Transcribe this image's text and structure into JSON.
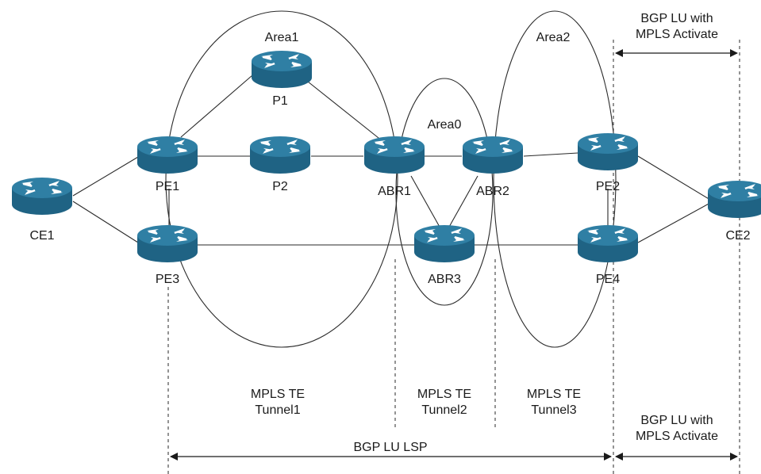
{
  "colors": {
    "router_top": "#2f7fa4",
    "router_side": "#1f6384",
    "router_arrow": "#ffffff",
    "line": "#2a2a2a"
  },
  "icons": {
    "router": "router-icon"
  },
  "areas": {
    "area1": "Area1",
    "area0": "Area0",
    "area2": "Area2"
  },
  "routers": {
    "ce1": "CE1",
    "pe1": "PE1",
    "pe3": "PE3",
    "p1": "P1",
    "p2": "P2",
    "abr1": "ABR1",
    "abr2": "ABR2",
    "abr3": "ABR3",
    "pe2": "PE2",
    "pe4": "PE4",
    "ce2": "CE2"
  },
  "annotations": {
    "bgp_lu_top_line1": "BGP LU with",
    "bgp_lu_top_line2": "MPLS Activate",
    "bgp_lu_bottom_line1": "BGP LU with",
    "bgp_lu_bottom_line2": "MPLS Activate",
    "tunnel1_line1": "MPLS TE",
    "tunnel1_line2": "Tunnel1",
    "tunnel2_line1": "MPLS TE",
    "tunnel2_line2": "Tunnel2",
    "tunnel3_line1": "MPLS TE",
    "tunnel3_line2": "Tunnel3",
    "bgp_lu_lsp": "BGP LU LSP"
  }
}
